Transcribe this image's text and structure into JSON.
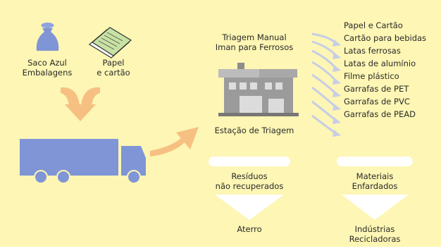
{
  "sources": [
    {
      "id": "saco",
      "label_line1": "Saco Azul",
      "label_line2": "Embalagens",
      "icon": "blue-bag-icon"
    },
    {
      "id": "papel",
      "label_line1": "Papel",
      "label_line2": "e cartão",
      "icon": "paper-icon"
    }
  ],
  "triage": {
    "title_line1": "Triagem Manual",
    "title_line2": "Iman para Ferrosos",
    "station_label": "Estação de Triagem",
    "icon": "factory-icon"
  },
  "truck_icon": "truck-icon",
  "materials": [
    "Papel e Cartão",
    "Cartão para bebidas",
    "Latas ferrosas",
    "Latas de alumínio",
    "Filme plástico",
    "Garrafas de PET",
    "Garrafas de PVC",
    "Garrafas de PEAD"
  ],
  "outputs": {
    "residues_line1": "Resíduos",
    "residues_line2": "não recuperados",
    "landfill": "Aterro",
    "baled_line1": "Materiais",
    "baled_line2": "Enfardados",
    "industry_line1": "Indústrias",
    "industry_line2": "Recicladoras"
  },
  "colors": {
    "background": "#fdf6b4",
    "blue": "#7f95d6",
    "arrow_orange": "#f6c082",
    "factory_gray": "#9b9b9b",
    "funnel_white": "#ffffff",
    "stream_arrow": "#c7cde6"
  }
}
